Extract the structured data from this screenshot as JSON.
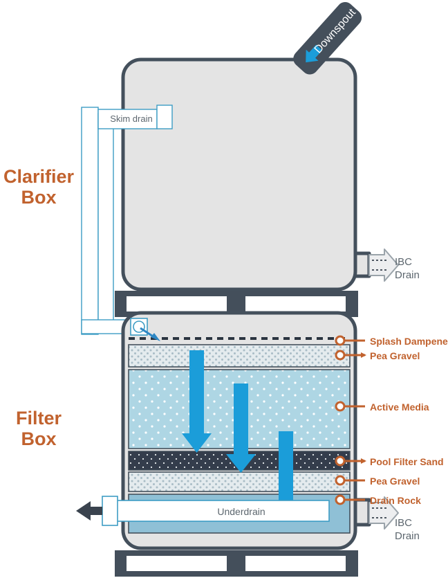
{
  "diagram": {
    "title_hidden": "",
    "sections": [
      {
        "id": "clarifier",
        "label_line1": "Clarifier",
        "label_line2": "Box"
      },
      {
        "id": "filter",
        "label_line1": "Filter",
        "label_line2": "Box"
      }
    ],
    "inlet": {
      "label": "Downspout"
    },
    "skim_drain": {
      "label": "Skim drain"
    },
    "underdrain": {
      "label": "Underdrain"
    },
    "drains": [
      {
        "id": "clarifier-ibc-drain",
        "line1": "IBC",
        "line2": "Drain"
      },
      {
        "id": "filter-ibc-drain",
        "line1": "IBC",
        "line2": "Drain"
      }
    ],
    "callouts": [
      {
        "id": "splash-dampener",
        "label": "Splash Dampener"
      },
      {
        "id": "pea-gravel-top",
        "label": "Pea Gravel"
      },
      {
        "id": "active-media",
        "label": "Active Media"
      },
      {
        "id": "pool-filter-sand",
        "label": "Pool Filter Sand"
      },
      {
        "id": "pea-gravel-bottom",
        "label": "Pea Gravel"
      },
      {
        "id": "drain-rock",
        "label": "Drain Rock"
      }
    ],
    "colors": {
      "accent_orange": "#C1622E",
      "tank_body": "#E4E4E4",
      "tank_outline": "#44505C",
      "pallet": "#444F5B",
      "arrow_blue": "#1B9DD9",
      "pipe_outline": "#3D9CC4",
      "active_media": "#AED6E4",
      "pea_gravel": "#E2EAEC",
      "pool_filter_sand": "#343D4C",
      "drain_rock": "#8FC0D6",
      "drain_arrow_gray": "#9AA3AA",
      "text_gray": "#5C666E",
      "outflow_arrow": "#3A434E"
    }
  }
}
